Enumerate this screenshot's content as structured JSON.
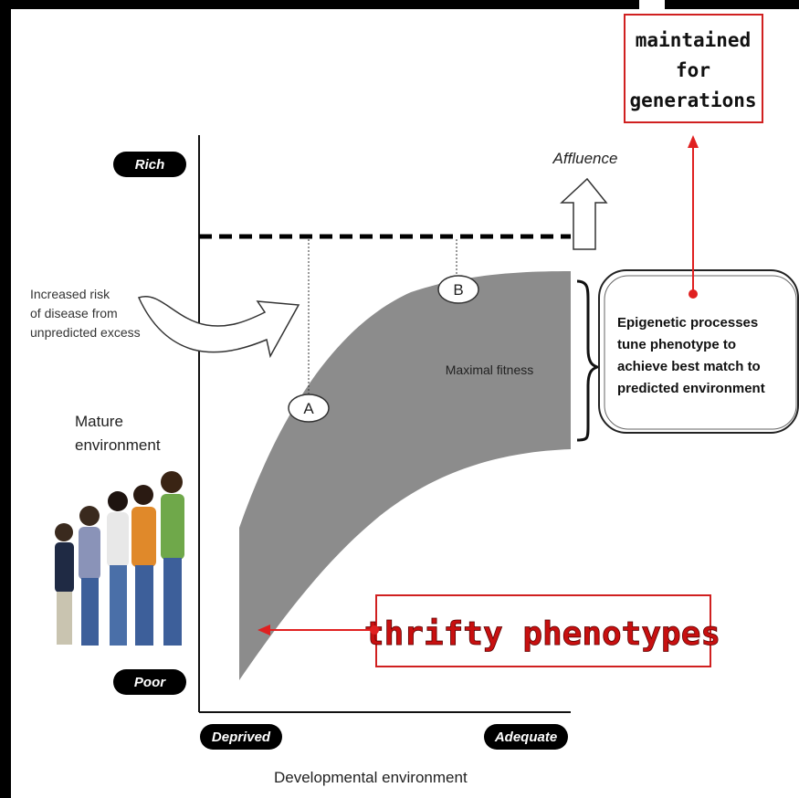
{
  "axis": {
    "y_top": "Rich",
    "y_bottom": "Poor",
    "x_left": "Deprived",
    "x_right": "Adequate",
    "x_title": "Developmental environment"
  },
  "labels": {
    "affluence": "Affluence",
    "increased_risk": [
      "Increased risk",
      "of disease from",
      "unpredicted excess"
    ],
    "mature_environment": [
      "Mature",
      "environment"
    ],
    "maximal_fitness": "Maximal fitness",
    "point_a": "A",
    "point_b": "B"
  },
  "epigenetic_box": {
    "lines": [
      "Epigenetic processes",
      "tune phenotype to",
      "achieve best match to",
      "predicted environment"
    ]
  },
  "annotations": {
    "maintained": [
      "maintained",
      "for",
      "generations"
    ],
    "thrifty": "thrifty phenotypes"
  },
  "colors": {
    "band": "#8c8c8c",
    "annotation_red": "#e02020",
    "thrifty_text": "#c81010",
    "frame": "#000000"
  }
}
